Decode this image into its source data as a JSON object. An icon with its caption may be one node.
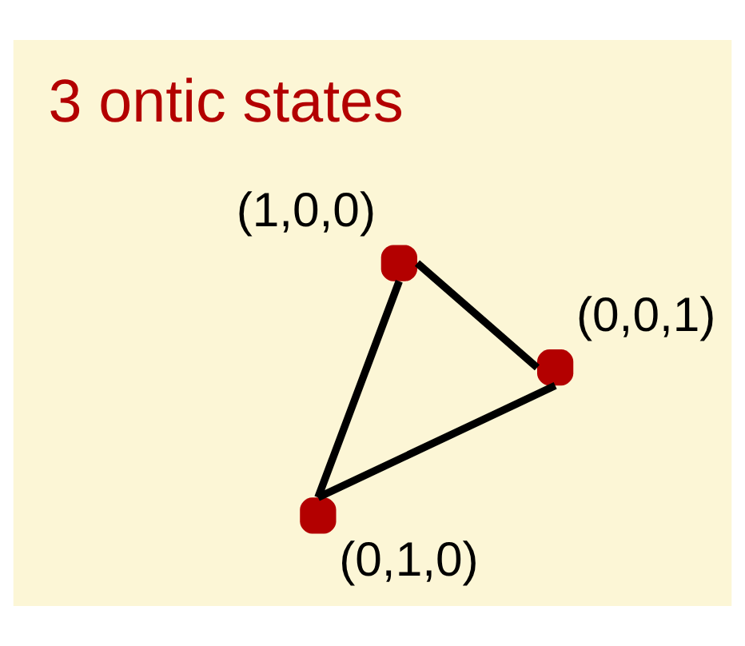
{
  "diagram": {
    "nodes": [
      {
        "text": [],
        "shape": "circle",
        "beside": [
          "(1,0,0)"
        ]
      },
      {
        "text": [],
        "shape": "circle",
        "beside": [
          "(0,0,1)"
        ]
      },
      {
        "text": [],
        "shape": "circle",
        "beside": [
          "(0,1,0)"
        ]
      }
    ],
    "edges": [
      {
        "from": 0,
        "to": 1,
        "arrow": "none"
      },
      {
        "from": 1,
        "to": 2,
        "arrow": "none"
      },
      {
        "from": 2,
        "to": 0,
        "arrow": "none"
      }
    ],
    "labels": [
      "3 ontic states"
    ]
  }
}
